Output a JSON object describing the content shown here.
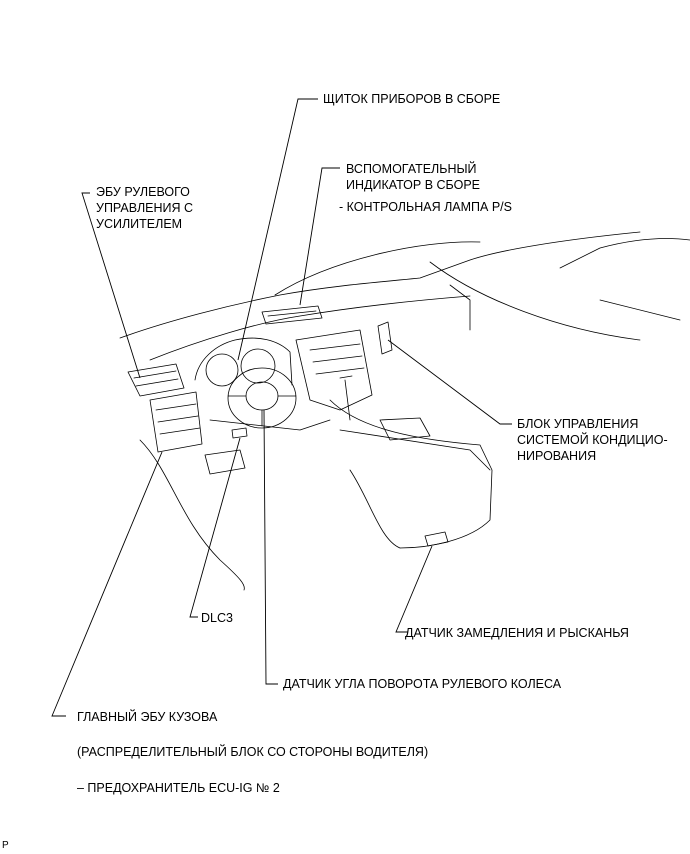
{
  "labels": {
    "instrument_cluster": "ЩИТОК ПРИБОРОВ В СБОРЕ",
    "indicator_assembly": "ВСПОМОГАТЕЛЬНЫЙ\nИНДИКАТОР В СБОРЕ",
    "ps_lamp": "- КОНТРОЛЬНАЯ ЛАМПА P/S",
    "ps_ecu": "ЭБУ РУЛЕВОГО\nУПРАВЛЕНИЯ С\nУСИЛИТЕЛЕМ",
    "ac_control": "БЛОК УПРАВЛЕНИЯ\nСИСТЕМОЙ КОНДИЦИО-\nНИРОВАНИЯ",
    "dlc3": "DLC3",
    "yaw_sensor": "ДАТЧИК ЗАМЕДЛЕНИЯ И РЫСКАНЬЯ",
    "steering_sensor": "ДАТЧИК УГЛА ПОВОРОТА РУЛЕВОГО КОЛЕСА",
    "main_body_ecu": "ГЛАВНЫЙ ЭБУ КУЗОВА",
    "junction_block": "(РАСПРЕДЕЛИТЕЛЬНЫЙ БЛОК СО СТОРОНЫ ВОДИТЕЛЯ)",
    "fuse": "– ПРЕДОХРАНИТЕЛЬ ECU-IG № 2"
  },
  "page_mark": "P"
}
